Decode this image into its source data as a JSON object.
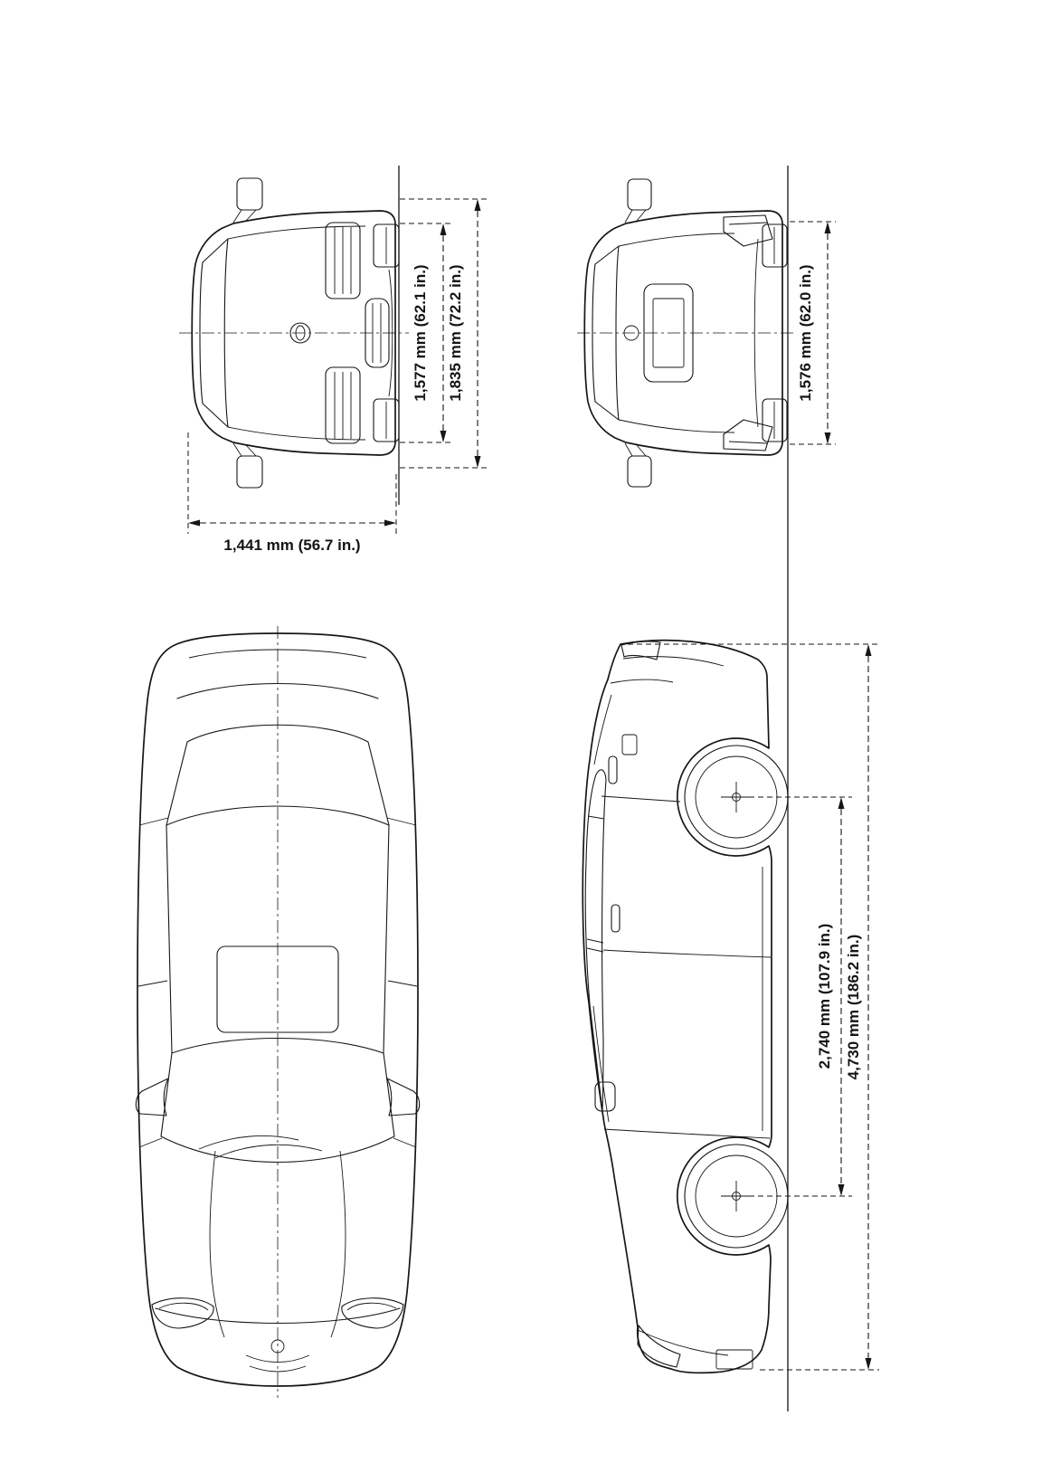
{
  "colors": {
    "ink": "#161616",
    "background": "#ffffff"
  },
  "dimensions": {
    "front_track": "1,577 mm (62.1 in.)",
    "overall_width": "1,835 mm (72.2 in.)",
    "overall_height": "1,441 mm (56.7 in.)",
    "rear_track": "1,576 mm (62.0 in.)",
    "wheelbase": "2,740 mm (107.9 in.)",
    "overall_length": "4,730 mm (186.2 in.)"
  }
}
